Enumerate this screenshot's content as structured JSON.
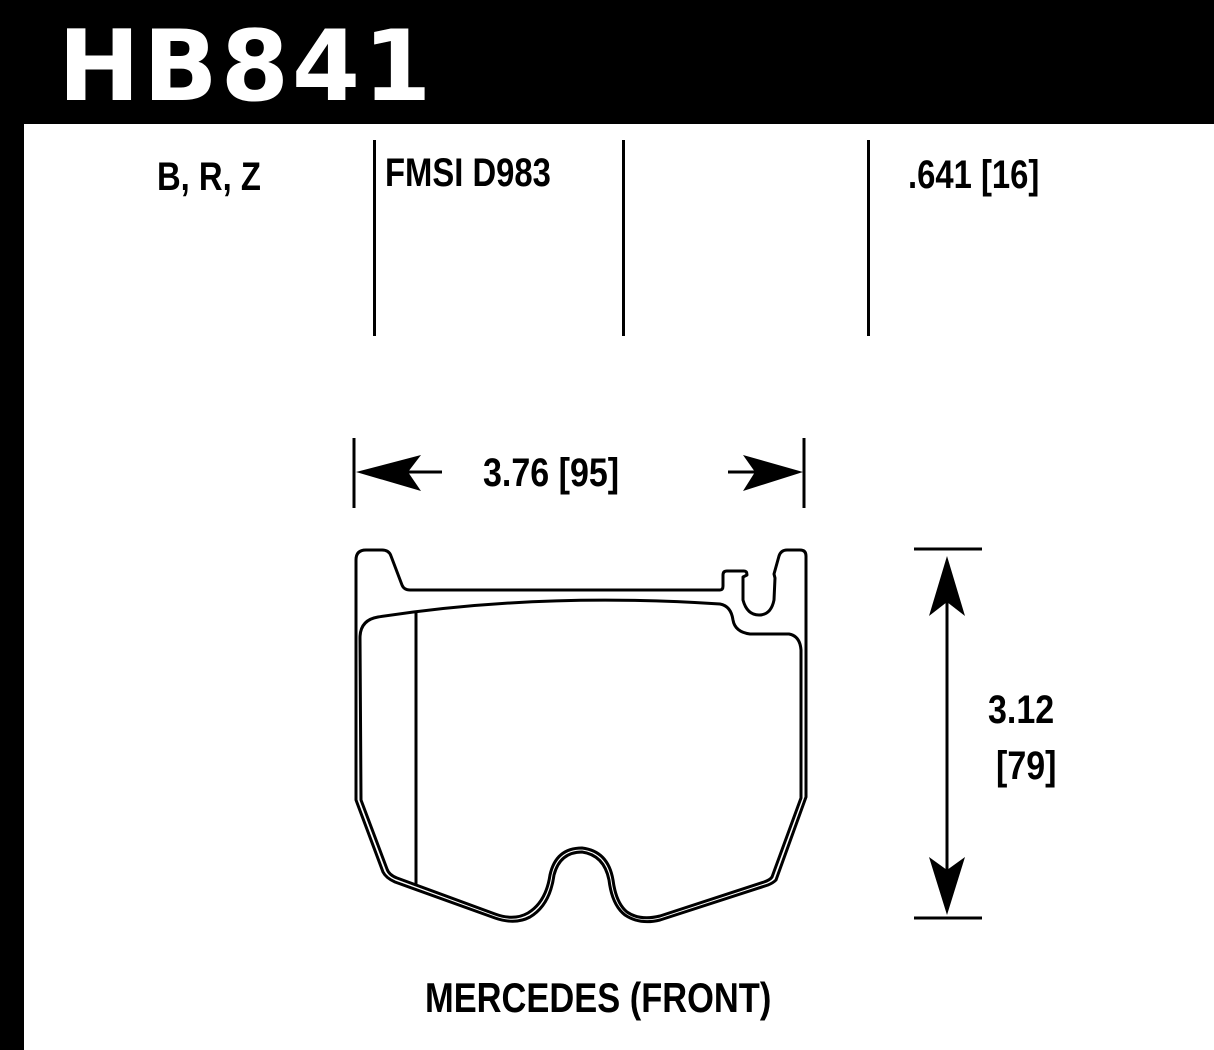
{
  "header": {
    "part_number": "HB841"
  },
  "specs": {
    "compounds": "B, R, Z",
    "fmsi": "FMSI D983",
    "thickness": ".641 [16]"
  },
  "dimensions": {
    "width": "3.76  [95]",
    "height_in": "3.12",
    "height_mm": "[79]"
  },
  "footer": {
    "application": "MERCEDES (FRONT)"
  },
  "colors": {
    "frame": "#000000",
    "background": "#ffffff",
    "text": "#000000",
    "header_text": "#ffffff"
  }
}
